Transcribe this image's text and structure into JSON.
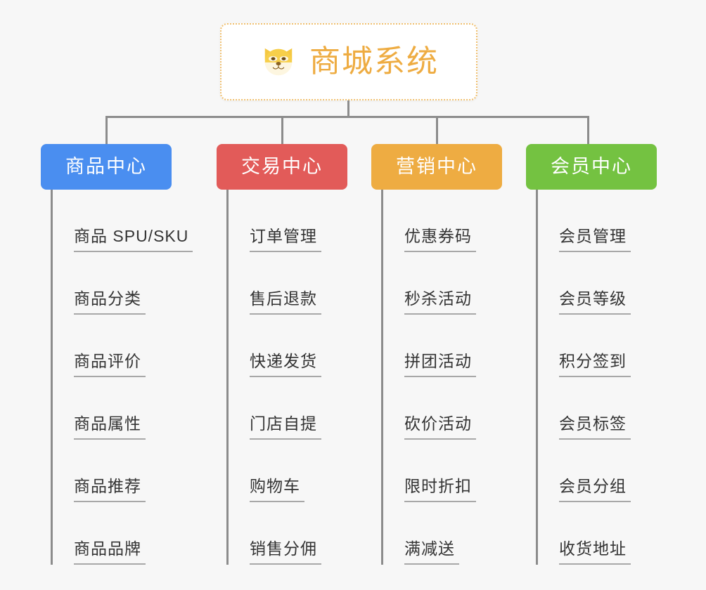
{
  "page": {
    "background_color": "#f7f7f7",
    "connector_color": "#8c8c8c",
    "leaf_underline_color": "#a8a8a8",
    "leaf_text_color": "#333333"
  },
  "root": {
    "title": "商城系统",
    "icon": "dog-face-emoji",
    "text_color": "#eeac42",
    "border_color": "#f0c070",
    "background_color": "#ffffff"
  },
  "columns": [
    {
      "title": "商品中心",
      "color": "#4a8ef0",
      "items": [
        "商品 SPU/SKU",
        "商品分类",
        "商品评价",
        "商品属性",
        "商品推荐",
        "商品品牌"
      ]
    },
    {
      "title": "交易中心",
      "color": "#e25b59",
      "items": [
        "订单管理",
        "售后退款",
        "快递发货",
        "门店自提",
        "购物车",
        "销售分佣"
      ]
    },
    {
      "title": "营销中心",
      "color": "#eeac42",
      "items": [
        "优惠券码",
        "秒杀活动",
        "拼团活动",
        "砍价活动",
        "限时折扣",
        "满减送"
      ]
    },
    {
      "title": "会员中心",
      "color": "#74c241",
      "items": [
        "会员管理",
        "会员等级",
        "积分签到",
        "会员标签",
        "会员分组",
        "收货地址"
      ]
    }
  ]
}
